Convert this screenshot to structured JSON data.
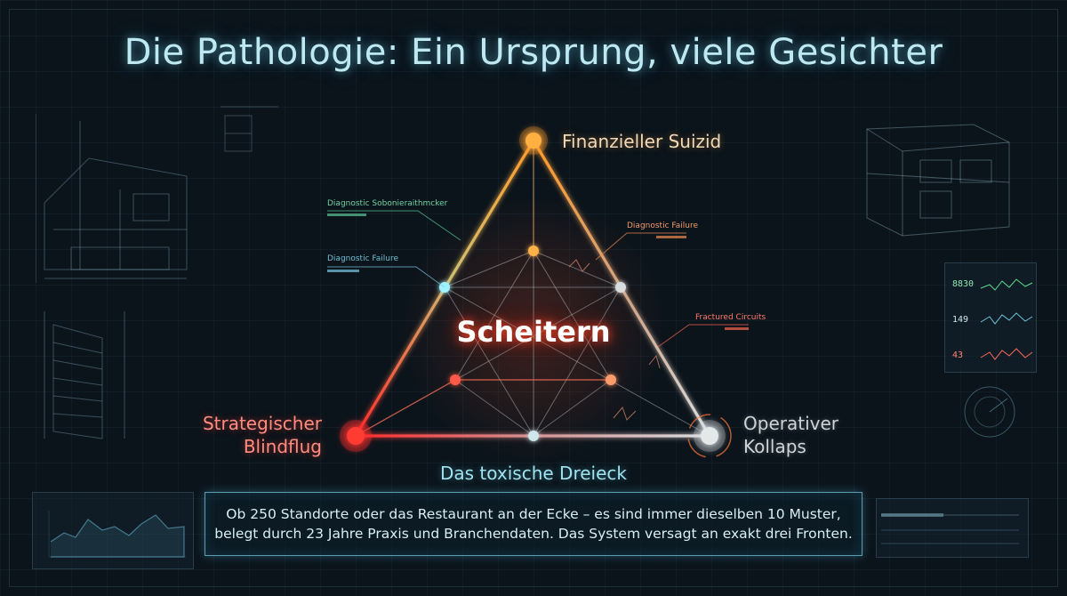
{
  "title": "Die Pathologie: Ein Ursprung, viele Gesichter",
  "diagram": {
    "center": "Scheitern",
    "top_vertex": "Finanzieller Suizid",
    "left_vertex": "Strategischer Blindflug",
    "right_vertex": "Operativer Kollaps",
    "base_label": "Das toxische Dreieck"
  },
  "annotations": {
    "diag_scan": "Diagnostic Sobonieraithmcker",
    "diag_fail_left": "Diagnostic Failure",
    "diag_fail_right": "Diagnostic Failure",
    "fractured": "Fractured Circuits"
  },
  "caption": {
    "line1": "Ob 250 Standorte oder das Restaurant an der Ecke – es sind immer dieselben 10 Muster,",
    "line2": "belegt durch 23 Jahre Praxis und Branchendaten. Das System versagt an exakt drei Fronten."
  },
  "side_panels": {
    "readouts": [
      "8830",
      "149",
      "43"
    ]
  },
  "colors": {
    "top_vertex": "#ff9a2a",
    "left_vertex": "#ff2a2a",
    "right_vertex": "#cfd4d6",
    "accent_cyan": "#7fd8ec"
  }
}
